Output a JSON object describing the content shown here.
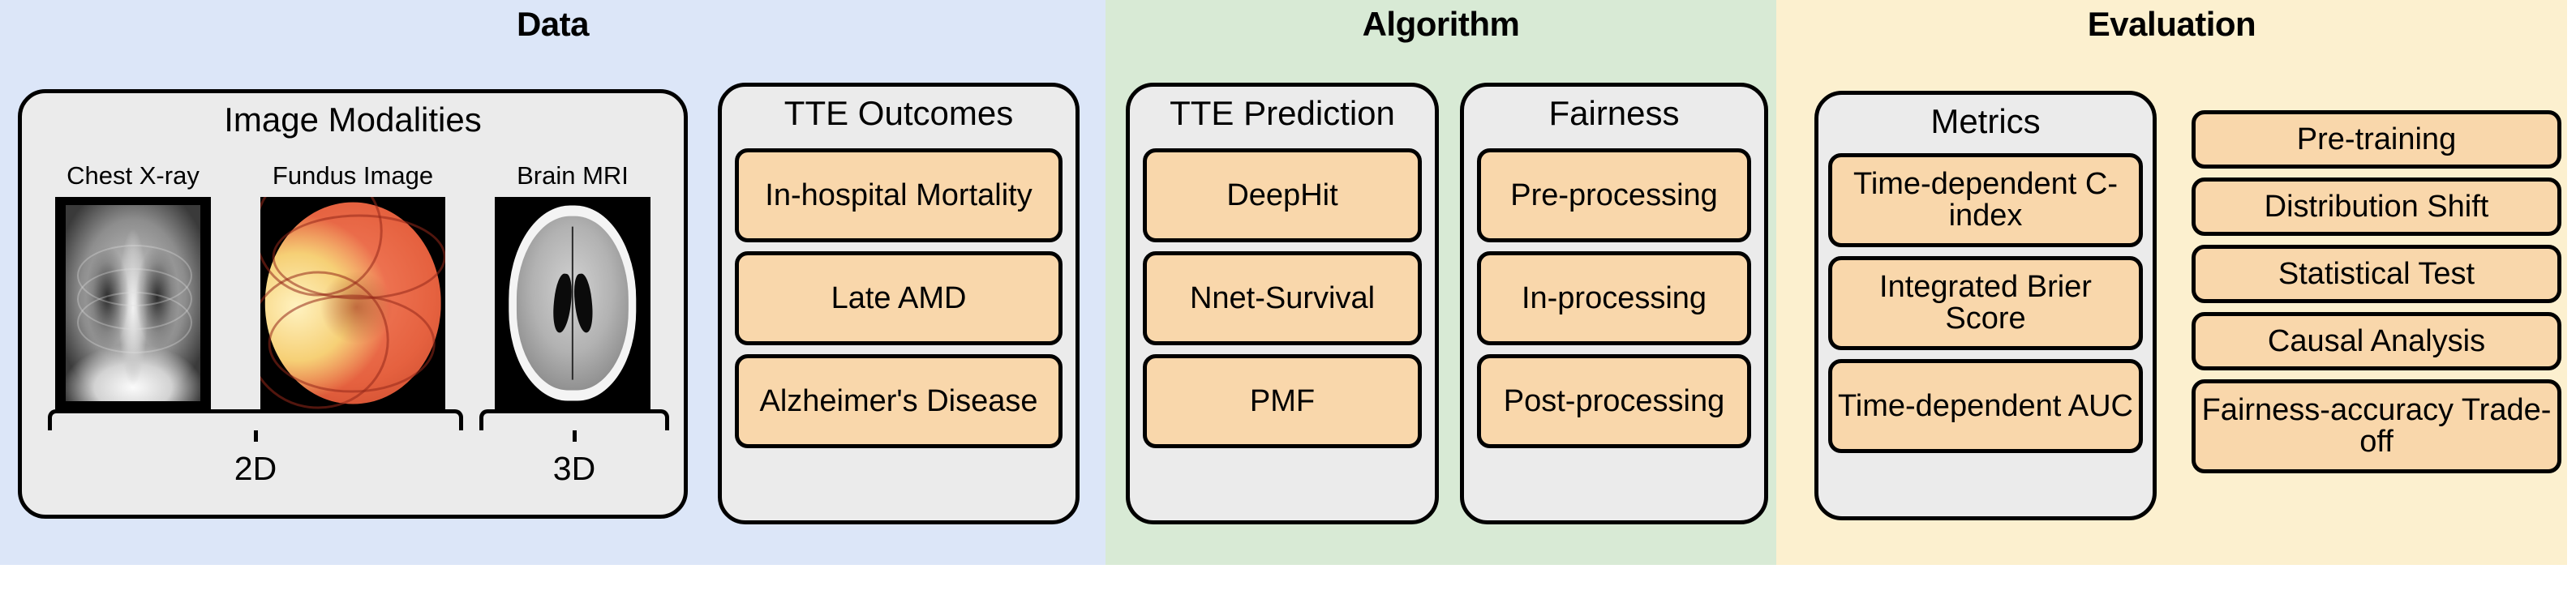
{
  "sections": [
    {
      "id": "data",
      "title": "Data",
      "bg_color": "#dce6f8"
    },
    {
      "id": "algo",
      "title": "Algorithm",
      "bg_color": "#d8ead5"
    },
    {
      "id": "eval",
      "title": "Evaluation",
      "bg_color": "#fcf0cf"
    }
  ],
  "palette": {
    "pill_fill": "#f9d7ab",
    "card_fill": "#ebebeb",
    "stroke": "#000000"
  },
  "image_modalities": {
    "title": "Image Modalities",
    "items": [
      {
        "label": "Chest X-ray",
        "icon": "chest-xray-thumbnail"
      },
      {
        "label": "Fundus Image",
        "icon": "fundus-image-thumbnail"
      },
      {
        "label": "Brain MRI",
        "icon": "brain-mri-thumbnail"
      }
    ],
    "brackets": [
      {
        "label": "2D"
      },
      {
        "label": "3D"
      }
    ]
  },
  "tte_outcomes": {
    "title": "TTE Outcomes",
    "items": [
      "In-hospital Mortality",
      "Late AMD",
      "Alzheimer's Disease"
    ]
  },
  "tte_prediction": {
    "title": "TTE Prediction",
    "items": [
      "DeepHit",
      "Nnet-Survival",
      "PMF"
    ]
  },
  "fairness": {
    "title": "Fairness",
    "items": [
      "Pre-processing",
      "In-processing",
      "Post-processing"
    ]
  },
  "metrics": {
    "title": "Metrics",
    "items": [
      "Time-dependent C-index",
      "Integrated Brier Score",
      "Time-dependent AUC"
    ]
  },
  "evaluation_aspects": {
    "items": [
      "Pre-training",
      "Distribution Shift",
      "Statistical Test",
      "Causal Analysis",
      "Fairness-accuracy Trade-off"
    ]
  }
}
